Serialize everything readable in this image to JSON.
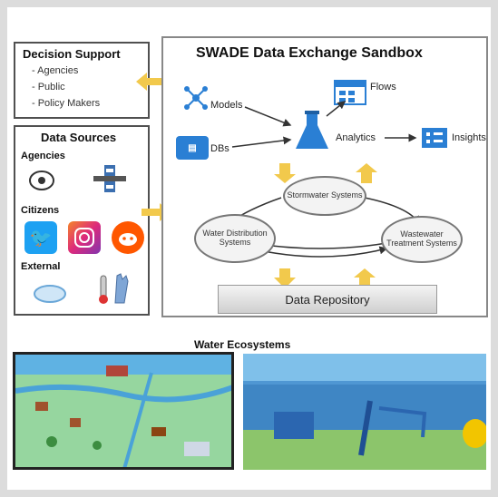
{
  "colors": {
    "arrow_yellow": "#f2c94c",
    "accent_blue": "#2a7fd4",
    "border": "#505050"
  },
  "decision_support": {
    "title": "Decision Support",
    "items": [
      "- Agencies",
      "- Public",
      "- Policy Makers"
    ]
  },
  "data_sources": {
    "title": "Data Sources",
    "agencies": "Agencies",
    "citizens": "Citizens",
    "external": "External",
    "icons": [
      "eye-icon",
      "gauge-icon",
      "twitter-icon",
      "instagram-icon",
      "reddit-icon",
      "cloud-icon",
      "thermometer-icon"
    ]
  },
  "sandbox": {
    "title": "SWADE Data Exchange Sandbox",
    "models": "Models",
    "dbs": "DBs",
    "flows": "Flows",
    "analytics": "Analytics",
    "insights": "Insights",
    "center_node": "Stormwater Systems",
    "left_node": "Water Distribution Systems",
    "right_node": "Wastewater Treatment Systems",
    "repository": "Data Repository"
  },
  "ecosystems": {
    "title": "Water Ecosystems"
  }
}
